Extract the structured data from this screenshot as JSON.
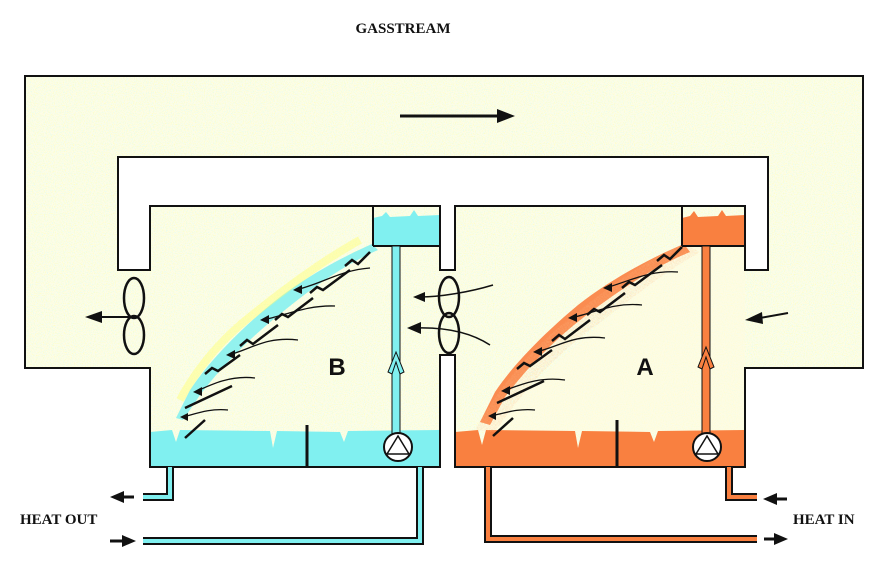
{
  "title": "GASSTREAM",
  "labels": {
    "heat_out": "HEAT OUT",
    "heat_in": "HEAT IN",
    "tank_b": "B",
    "tank_a": "A"
  },
  "colors": {
    "cold_fluid": "#80f0f0",
    "hot_fluid": "#f98040",
    "gas_speckle_yellow": "#ffff60",
    "gas_speckle_cyan": "#a0f8f0",
    "outline": "#111111"
  },
  "components": [
    "fan-left",
    "fan-middle",
    "pump-b",
    "pump-a",
    "spray-b",
    "spray-a",
    "weir-b",
    "weir-a"
  ],
  "flow_directions": {
    "gasstream": "right",
    "heat_out_upper": "left",
    "heat_out_lower": "right",
    "heat_in_upper": "left",
    "heat_in_lower": "right",
    "inlet_right": "left",
    "exhaust_left": "left"
  }
}
